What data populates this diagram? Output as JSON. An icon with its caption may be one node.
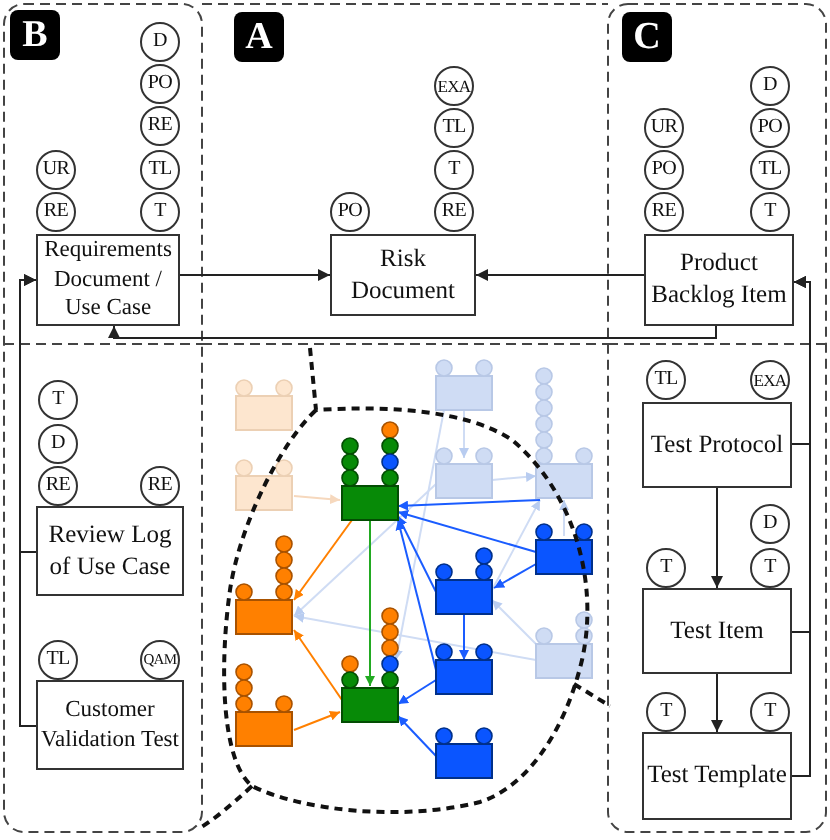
{
  "diagram": {
    "nodes": [
      {
        "text": [
          "Requirements Document / Use Case"
        ]
      },
      {
        "text": [
          "UR"
        ]
      },
      {
        "text": [
          "RE"
        ]
      },
      {
        "text": [
          "D"
        ]
      },
      {
        "text": [
          "PO"
        ]
      },
      {
        "text": [
          "RE"
        ]
      },
      {
        "text": [
          "TL"
        ]
      },
      {
        "text": [
          "T"
        ]
      },
      {
        "text": [
          "Risk Document"
        ]
      },
      {
        "text": [
          "PO"
        ]
      },
      {
        "text": [
          "EXA"
        ]
      },
      {
        "text": [
          "TL"
        ]
      },
      {
        "text": [
          "T"
        ]
      },
      {
        "text": [
          "RE"
        ]
      },
      {
        "text": [
          "Product Backlog Item"
        ]
      },
      {
        "text": [
          "UR"
        ]
      },
      {
        "text": [
          "PO"
        ]
      },
      {
        "text": [
          "RE"
        ]
      },
      {
        "text": [
          "D"
        ]
      },
      {
        "text": [
          "PO"
        ]
      },
      {
        "text": [
          "TL"
        ]
      },
      {
        "text": [
          "T"
        ]
      },
      {
        "text": [
          "Review Log of Use Case"
        ]
      },
      {
        "text": [
          "T"
        ]
      },
      {
        "text": [
          "D"
        ]
      },
      {
        "text": [
          "RE"
        ]
      },
      {
        "text": [
          "RE"
        ]
      },
      {
        "text": [
          "Customer Validation Test"
        ]
      },
      {
        "text": [
          "TL"
        ]
      },
      {
        "text": [
          "QAM"
        ]
      },
      {
        "text": [
          "Test Protocol"
        ]
      },
      {
        "text": [
          "TL"
        ]
      },
      {
        "text": [
          "EXA"
        ]
      },
      {
        "text": [
          "Test Item"
        ]
      },
      {
        "text": [
          "D"
        ]
      },
      {
        "text": [
          "T"
        ]
      },
      {
        "text": [
          "T"
        ]
      },
      {
        "text": [
          "Test Template"
        ]
      },
      {
        "text": [
          "T"
        ]
      },
      {
        "text": [
          "T"
        ]
      }
    ],
    "edges": [
      {
        "from": 0,
        "to": 8,
        "arrow": "to"
      },
      {
        "from": 14,
        "to": 8,
        "arrow": "to"
      },
      {
        "from": 14,
        "to": 0,
        "arrow": "to"
      },
      {
        "from": 22,
        "to": 0,
        "arrow": "to"
      },
      {
        "from": 27,
        "to": 0,
        "arrow": "to"
      },
      {
        "from": 30,
        "to": 14,
        "arrow": "to"
      },
      {
        "from": 33,
        "to": 14,
        "arrow": "to"
      },
      {
        "from": 37,
        "to": 14,
        "arrow": "to"
      },
      {
        "from": 30,
        "to": 33,
        "arrow": "to"
      },
      {
        "from": 33,
        "to": 37,
        "arrow": "to"
      }
    ],
    "labels": [
      "B",
      "A",
      "C"
    ]
  }
}
